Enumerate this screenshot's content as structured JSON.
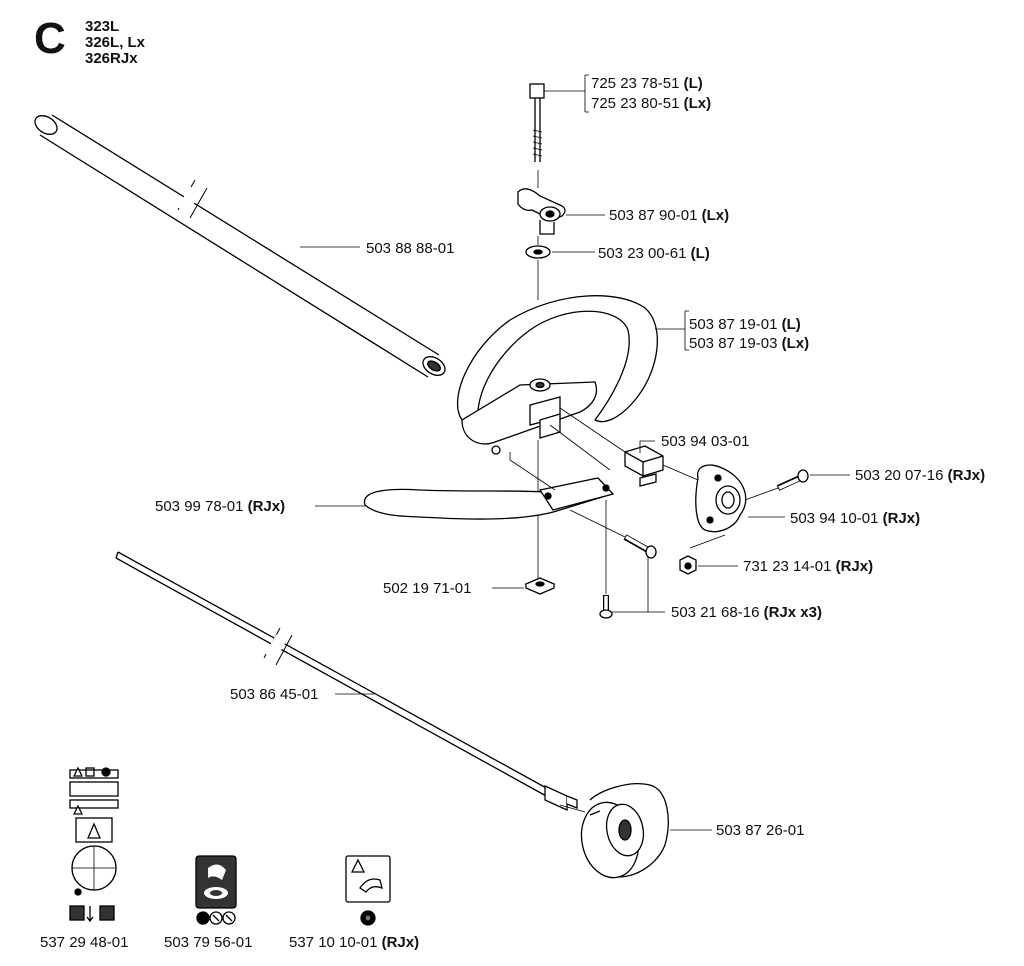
{
  "header": {
    "section_letter": "C",
    "models": [
      "323L",
      "326L, Lx",
      "326RJx"
    ]
  },
  "parts": {
    "bolt_l": {
      "num": "725 23 78-51",
      "tag": "(L)"
    },
    "bolt_lx": {
      "num": "725 23 80-51",
      "tag": "(Lx)"
    },
    "knob": {
      "num": "503 87 90-01",
      "tag": "(Lx)"
    },
    "shaft_tube": {
      "num": "503 88 88-01",
      "tag": ""
    },
    "washer": {
      "num": "503 23 00-61",
      "tag": "(L)"
    },
    "handle_l": {
      "num": "503 87 19-01",
      "tag": "(L)"
    },
    "handle_lx": {
      "num": "503 87 19-03",
      "tag": "(Lx)"
    },
    "spacer": {
      "num": "503 94 03-01",
      "tag": ""
    },
    "screw_rjx": {
      "num": "503 20 07-16",
      "tag": "(RJx)"
    },
    "rjx_handle": {
      "num": "503 99 78-01",
      "tag": "(RJx)"
    },
    "clamp": {
      "num": "503 94 10-01",
      "tag": "(RJx)"
    },
    "nut": {
      "num": "731 23 14-01",
      "tag": "(RJx)"
    },
    "square_nut": {
      "num": "502 19 71-01",
      "tag": ""
    },
    "screws": {
      "num": "503 21 68-16",
      "tag": "(RJx x3)"
    },
    "drive_shaft": {
      "num": "503 86 45-01",
      "tag": ""
    },
    "drum": {
      "num": "503 87 26-01",
      "tag": ""
    }
  },
  "decals": [
    {
      "num": "537 29 48-01",
      "tag": ""
    },
    {
      "num": "503 79 56-01",
      "tag": ""
    },
    {
      "num": "537 10 10-01",
      "tag": "(RJx)"
    }
  ]
}
